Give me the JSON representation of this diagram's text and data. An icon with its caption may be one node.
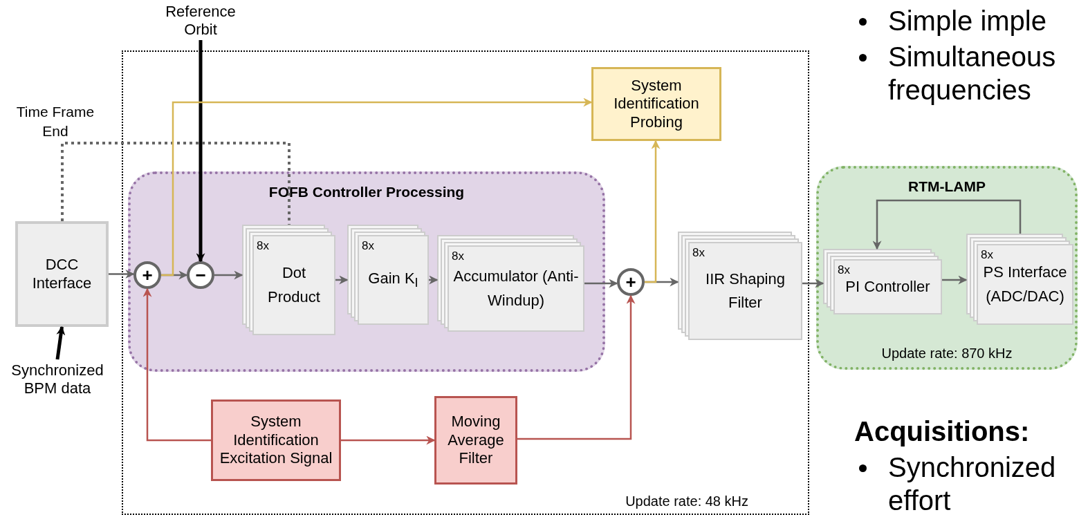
{
  "diagram": {
    "nodes": [
      {
        "text": [
          "Update rate: 48 kHz"
        ]
      },
      {
        "text": [
          "Reference Orbit"
        ]
      },
      {
        "text": [
          "System Identification Probing"
        ],
        "in": 0
      },
      {
        "text": [
          "FOFB Controller Processing"
        ],
        "in": 0
      },
      {
        "text": [
          "RTM-LAMP",
          "Update rate: 870 kHz"
        ]
      },
      {
        "text": [
          "DCC Interface"
        ]
      },
      {
        "text": [
          "Synchronized BPM data"
        ]
      },
      {
        "text": [
          "+"
        ],
        "in": 3
      },
      {
        "text": [
          "−"
        ],
        "in": 3
      },
      {
        "text": [
          "8x",
          "Dot Product"
        ],
        "in": 3
      },
      {
        "text": [
          "8x",
          "Gain K$_{I}$"
        ],
        "in": 3
      },
      {
        "text": [
          "8x",
          "Accumulator (Anti-Windup)"
        ],
        "in": 3
      },
      {
        "text": [
          "+"
        ],
        "in": 0
      },
      {
        "text": [
          "8x",
          "IIR Shaping Filter"
        ],
        "in": 0
      },
      {
        "text": [
          "8x",
          "PI Controller"
        ],
        "in": 4
      },
      {
        "text": [
          "8x",
          "PS Interface (ADC/DAC)"
        ],
        "in": 4
      },
      {
        "text": [
          "System Identification Excitation Signal"
        ],
        "in": 0
      },
      {
        "text": [
          "Moving Average Filter"
        ],
        "in": 0
      }
    ],
    "edges": [
      {
        "from": 5,
        "to": 7,
        "arrow": "to"
      },
      {
        "from": 7,
        "to": 8,
        "arrow": "to"
      },
      {
        "from": 8,
        "to": 9,
        "arrow": "to"
      },
      {
        "from": 9,
        "to": 10,
        "arrow": "to"
      },
      {
        "from": 10,
        "to": 11,
        "arrow": "to"
      },
      {
        "from": 11,
        "to": 12,
        "arrow": "to"
      },
      {
        "from": 12,
        "to": 13,
        "arrow": "to"
      },
      {
        "from": 13,
        "to": 14,
        "arrow": "to"
      },
      {
        "from": 14,
        "to": 15,
        "arrow": "to"
      },
      {
        "from": 15,
        "to": 14,
        "arrow": "to"
      },
      {
        "from": 1,
        "to": 8,
        "arrow": "to",
        "style": "thick",
        "color": "#000000"
      },
      {
        "from": 6,
        "to": 5,
        "arrow": "to",
        "style": "thick",
        "color": "#000000"
      },
      {
        "from": 5,
        "to": 9,
        "arrow": "none",
        "style": "dashed",
        "label": "Time Frame End"
      },
      {
        "from": 7,
        "to": 2,
        "arrow": "to",
        "color": "#d6b656"
      },
      {
        "from": 12,
        "to": 2,
        "arrow": "to",
        "color": "#d6b656"
      },
      {
        "from": 16,
        "to": 7,
        "arrow": "to",
        "color": "#b85450"
      },
      {
        "from": 16,
        "to": 17,
        "arrow": "to",
        "color": "#b85450"
      },
      {
        "from": 17,
        "to": 12,
        "arrow": "to",
        "color": "#b85450"
      }
    ],
    "labels": [
      "Simple imple",
      "Simultaneous frequencies",
      "Acquisitions:",
      "Synchronized effort"
    ]
  }
}
